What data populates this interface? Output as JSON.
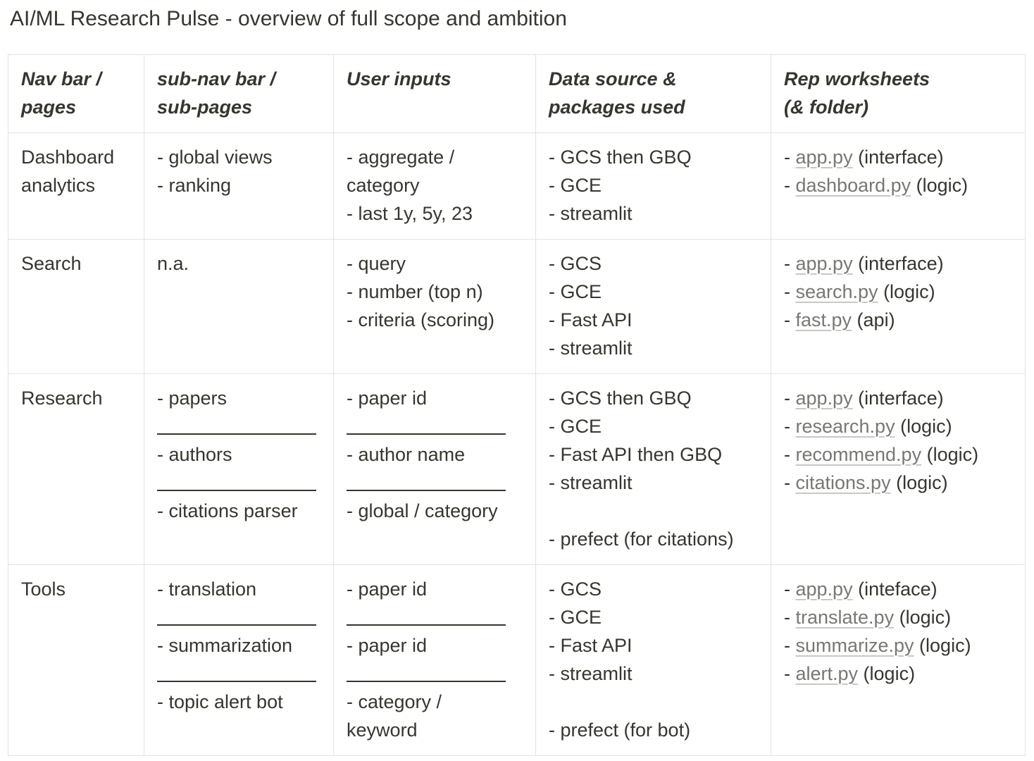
{
  "title": "AI/ML Research Pulse - overview of full scope and ambition",
  "headers": {
    "nav": [
      "Nav bar /",
      "pages"
    ],
    "subnav": [
      "sub-nav bar /",
      "sub-pages"
    ],
    "inputs": [
      "User inputs"
    ],
    "data": [
      "Data source &",
      "packages used"
    ],
    "rep": [
      "Rep worksheets",
      "(& folder)"
    ]
  },
  "rows": {
    "dashboard": {
      "nav": [
        "Dashboard",
        "analytics"
      ],
      "subnav": [
        "- global views",
        "- ranking"
      ],
      "inputs": [
        "- aggregate /",
        "category",
        "- last 1y, 5y, 23"
      ],
      "data": [
        "- GCS then GBQ",
        "- GCE",
        "- streamlit"
      ],
      "files": [
        {
          "file": "app.py",
          "note": " (interface)"
        },
        {
          "file": "dashboard.py",
          "note": " (logic)"
        }
      ]
    },
    "search": {
      "nav": [
        "Search"
      ],
      "subnav": [
        "n.a."
      ],
      "inputs": [
        "- query",
        "- number (top n)",
        "- criteria (scoring)"
      ],
      "data": [
        "- GCS",
        "- GCE",
        "- Fast API",
        "- streamlit"
      ],
      "files": [
        {
          "file": "app.py",
          "note": " (interface)"
        },
        {
          "file": "search.py",
          "note": " (logic)"
        },
        {
          "file": "fast.py",
          "note": " (api)"
        }
      ]
    },
    "research": {
      "nav": [
        "Research"
      ],
      "subnav": [
        "- papers",
        "- authors",
        "- citations parser"
      ],
      "inputs": [
        "- paper id",
        "- author name",
        "- global / category"
      ],
      "data": [
        "- GCS then GBQ",
        "- GCE",
        "- Fast API then GBQ",
        "- streamlit",
        "- prefect (for citations)"
      ],
      "files": [
        {
          "file": "app.py",
          "note": " (interface)"
        },
        {
          "file": "research.py",
          "note": " (logic)"
        },
        {
          "file": "recommend.py",
          "note": " (logic)"
        },
        {
          "file": "citations.py",
          "note": " (logic)"
        }
      ]
    },
    "tools": {
      "nav": [
        "Tools"
      ],
      "subnav": [
        "- translation",
        "- summarization",
        "- topic alert bot"
      ],
      "inputs": [
        "- paper id",
        "- paper id",
        "- category /",
        "keyword"
      ],
      "data": [
        "- GCS",
        "- GCE",
        "- Fast API",
        "- streamlit",
        "- prefect (for bot)"
      ],
      "files": [
        {
          "file": "app.py",
          "note": " (inteface)"
        },
        {
          "file": "translate.py",
          "note": " (logic)"
        },
        {
          "file": "summarize.py",
          "note": " (logic)"
        },
        {
          "file": "alert.py",
          "note": " (logic)"
        }
      ]
    }
  }
}
